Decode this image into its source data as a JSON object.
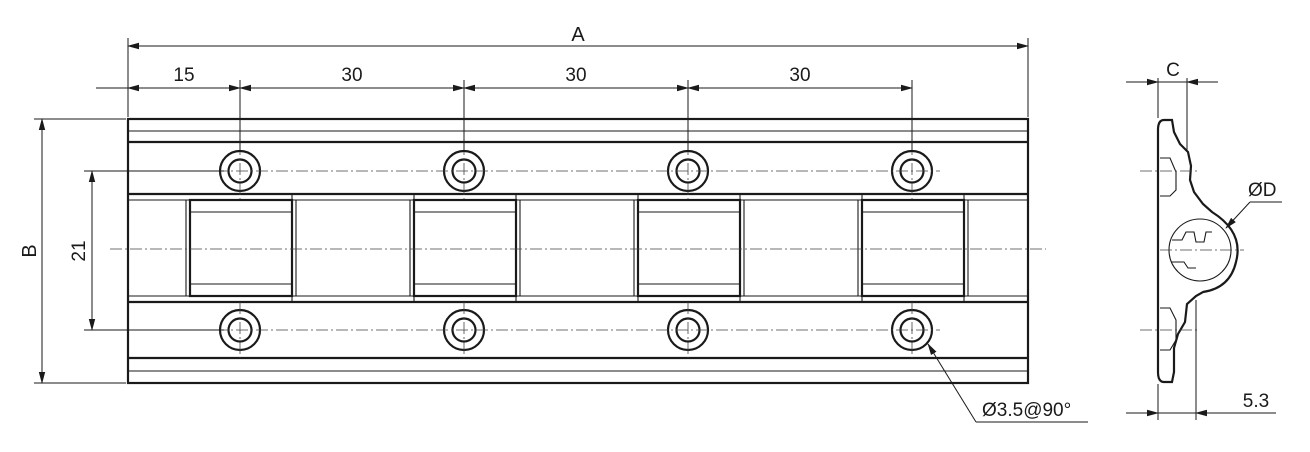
{
  "labels": {
    "dim_a": "A",
    "dim_b": "B",
    "dim_c": "C",
    "dim_21": "21",
    "dim_15": "15",
    "dim_30_1": "30",
    "dim_30_2": "30",
    "dim_30_3": "30",
    "dim_d": "ØD",
    "dim_hole": "Ø3.5@90°",
    "dim_53": "5.3"
  },
  "colors": {
    "line": "#1a1a1a",
    "background": "#ffffff"
  }
}
